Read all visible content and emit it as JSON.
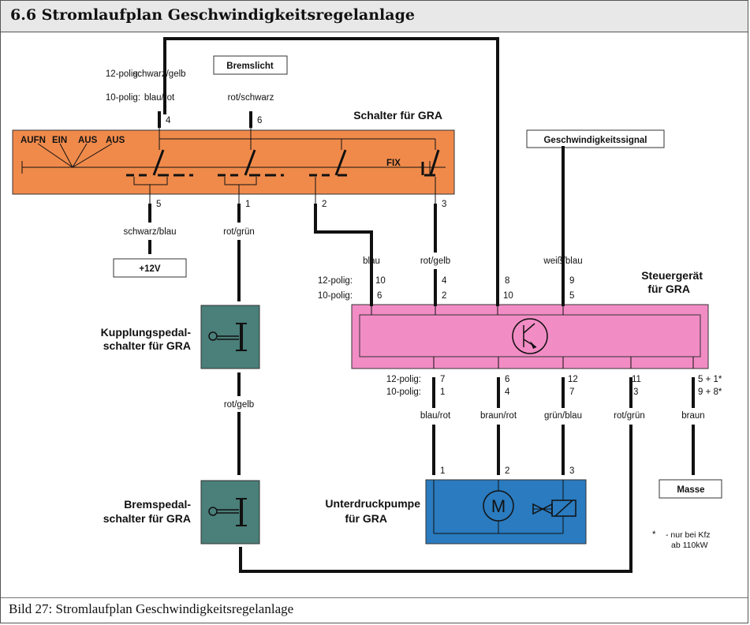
{
  "header": {
    "title": "6.6 Stromlaufplan Geschwindigkeitsregelanlage"
  },
  "caption": "Bild 27: Stromlaufplan Geschwindigkeitsregelanlage",
  "colors": {
    "switch_box": "#f08a4b",
    "control_unit": "#f28cc5",
    "clutch_switch": "#4a7f7a",
    "pump": "#2a7bbf"
  },
  "labels": {
    "pin_12": "12-polig:",
    "pin_10": "10-polig:",
    "top_left_12": "schwarz/gelb",
    "top_left_10": "blau/rot",
    "top_left_pin": "4",
    "bremslicht": "Bremslicht",
    "rot_schwarz": "rot/schwarz",
    "pin6_top": "6",
    "schalter_title": "Schalter für GRA",
    "aufn": "AUFN",
    "ein": "EIN",
    "aus1": "AUS",
    "aus2": "AUS",
    "fix": "FIX",
    "geschw": "Geschwindigkeitssignal",
    "pin5_left": "5",
    "pin1_left": "1",
    "pin2_mid": "2",
    "pin3_mid": "3",
    "schwarz_blau": "schwarz/blau",
    "rot_gruen_left": "rot/grün",
    "plus12": "+12V",
    "blau": "blau",
    "rot_gelb_mid": "rot/gelb",
    "weiss_blau": "weiß/blau",
    "steuer_1": "Steuergerät",
    "steuer_2": "für GRA",
    "in_12_a": "10",
    "in_10_a": "6",
    "in_12_b": "4",
    "in_10_b": "2",
    "in_12_c": "8",
    "in_10_c": "10",
    "in_12_d": "9",
    "in_10_d": "5",
    "kupplung_1": "Kupplungspedal-",
    "kupplung_2": "schalter für GRA",
    "out_12_a": "7",
    "out_10_a": "1",
    "out_12_b": "6",
    "out_10_b": "4",
    "out_12_c": "12",
    "out_10_c": "7",
    "out_12_d": "11",
    "out_10_d": "3",
    "out_12_e": "5 + 1*",
    "out_10_e": "9 + 8*",
    "blau_rot_out": "blau/rot",
    "braun_rot": "braun/rot",
    "gruen_blau": "grün/blau",
    "rot_gruen_out": "rot/grün",
    "braun": "braun",
    "rot_gelb_left": "rot/gelb",
    "brems_1": "Bremspedal-",
    "brems_2": "schalter für GRA",
    "pump_1": "Unterdruckpumpe",
    "pump_2": "für GRA",
    "pump_pin1": "1",
    "pump_pin2": "2",
    "pump_pin3": "3",
    "motor": "M",
    "masse": "Masse",
    "note_star": "*",
    "note_1": "- nur bei Kfz",
    "note_2": "ab 110kW"
  }
}
